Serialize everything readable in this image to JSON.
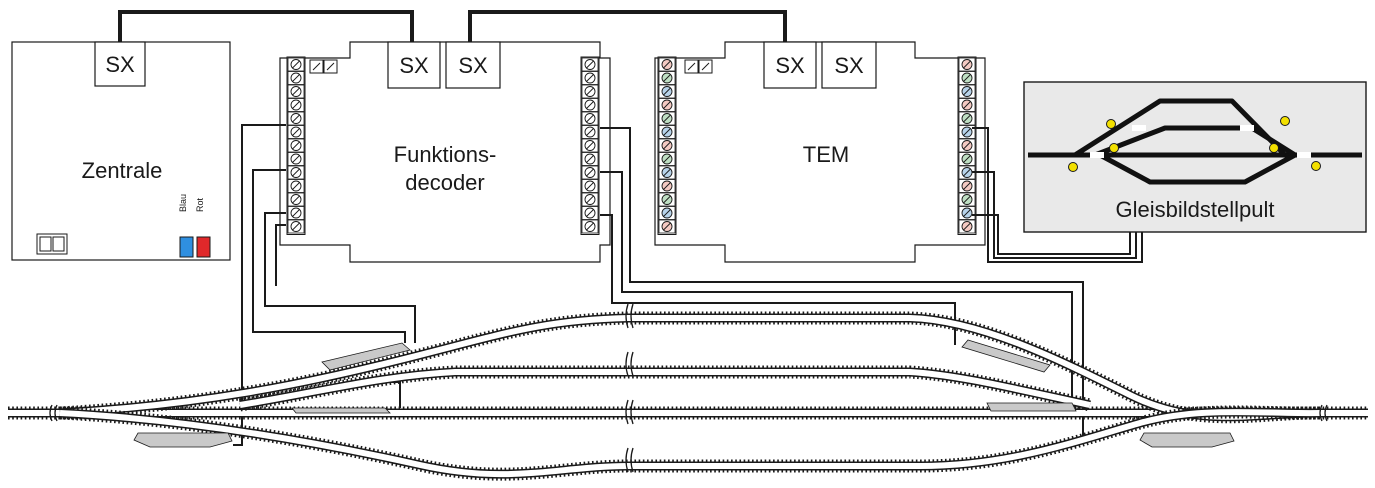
{
  "central": {
    "title": "Zentrale",
    "port": "SX",
    "socket_blue": "Blau",
    "socket_red": "Rot"
  },
  "function_decoder": {
    "title_line1": "Funktions-",
    "title_line2": "decoder",
    "port_left": "SX",
    "port_right": "SX"
  },
  "tem": {
    "title": "TEM",
    "port_left": "SX",
    "port_right": "SX"
  },
  "panel": {
    "title": "Gleisbildstellpult"
  },
  "colors": {
    "line": "#1a1a1a",
    "box_fill": "#ffffff",
    "panel_fill": "#e9e9e9",
    "terminal_pink": "#f4c9c2",
    "terminal_blue": "#b7d3ea",
    "terminal_green": "#bfe0c4",
    "lamp": "#f3e000",
    "socket_blue": "#2f8fe0",
    "socket_red": "#e0282a",
    "motor_fill": "#c9c9c9"
  }
}
